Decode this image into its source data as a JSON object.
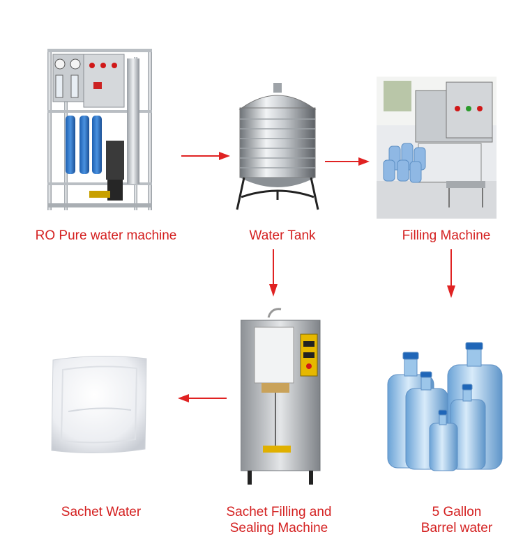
{
  "nodes": {
    "ro_machine": {
      "label": "RO  Pure  water  machine"
    },
    "water_tank": {
      "label": "Water Tank"
    },
    "filling_machine": {
      "label": "Filling  Machine"
    },
    "sachet_water": {
      "label": "Sachet Water"
    },
    "sachet_filling": {
      "label_line1": "Sachet Filling and",
      "label_line2": "Sealing Machine"
    },
    "gallon_barrel": {
      "label_line1": "5 Gallon",
      "label_line2": "Barrel water"
    }
  },
  "colors": {
    "arrow": "#e02222",
    "label": "#d42020"
  }
}
